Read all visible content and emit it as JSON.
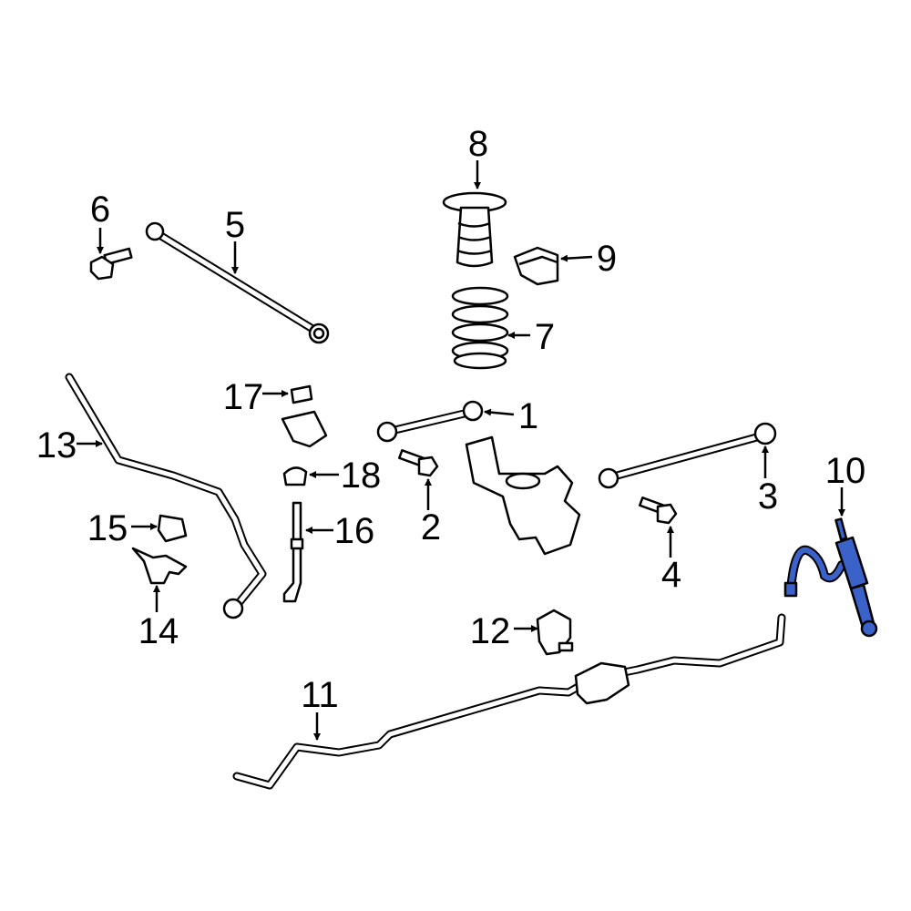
{
  "diagram": {
    "highlight_color": "#3a62c8",
    "callouts": [
      {
        "number": "1",
        "highlighted": false
      },
      {
        "number": "2",
        "highlighted": false
      },
      {
        "number": "3",
        "highlighted": false
      },
      {
        "number": "4",
        "highlighted": false
      },
      {
        "number": "5",
        "highlighted": false
      },
      {
        "number": "6",
        "highlighted": false
      },
      {
        "number": "7",
        "highlighted": false
      },
      {
        "number": "8",
        "highlighted": false
      },
      {
        "number": "9",
        "highlighted": false
      },
      {
        "number": "10",
        "highlighted": true
      },
      {
        "number": "11",
        "highlighted": false
      },
      {
        "number": "12",
        "highlighted": false
      },
      {
        "number": "13",
        "highlighted": false
      },
      {
        "number": "14",
        "highlighted": false
      },
      {
        "number": "15",
        "highlighted": false
      },
      {
        "number": "16",
        "highlighted": false
      },
      {
        "number": "17",
        "highlighted": false
      },
      {
        "number": "18",
        "highlighted": false
      }
    ]
  }
}
